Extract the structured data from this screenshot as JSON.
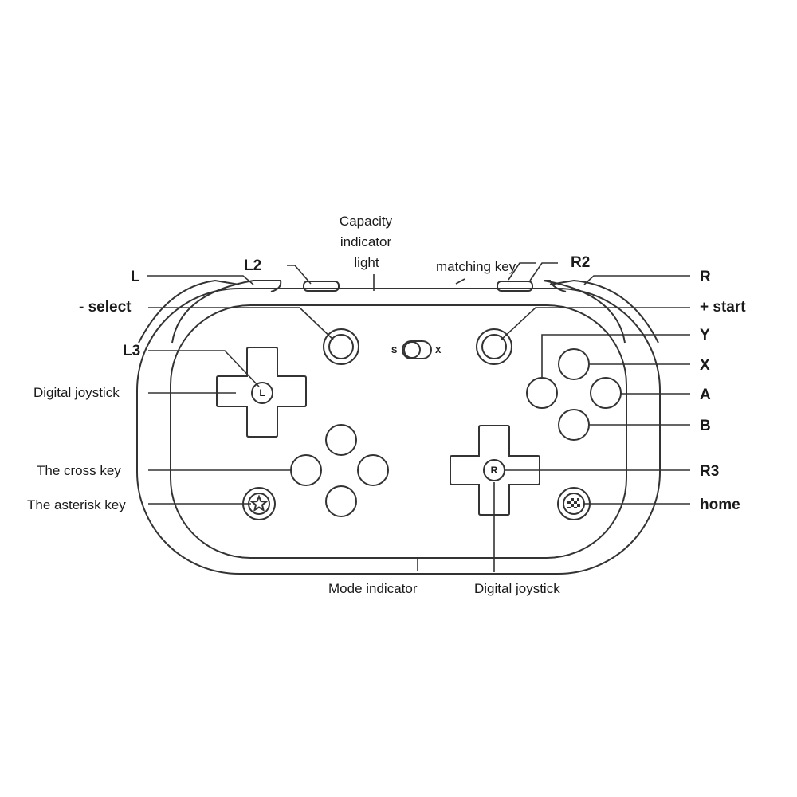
{
  "labels": {
    "capacity_line1": "Capacity",
    "capacity_line2": "indicator",
    "capacity_line3": "light",
    "matching_key": "matching key",
    "l": "L",
    "l2": "L2",
    "r2": "R2",
    "r": "R",
    "select": "- select",
    "start": "+ start",
    "l3": "L3",
    "y": "Y",
    "x": "X",
    "a": "A",
    "b": "B",
    "digital_joystick_left": "Digital joystick",
    "cross_key": "The cross key",
    "asterisk_key": "The asterisk key",
    "r3": "R3",
    "home": "home",
    "mode_indicator": "Mode indicator",
    "digital_joystick_bottom": "Digital joystick"
  },
  "controller": {
    "left_stick_letter": "L",
    "right_stick_letter": "R",
    "mode_switch_left": "S",
    "mode_switch_right": "X"
  },
  "icons": [
    "star-icon",
    "checkered-home-icon"
  ],
  "colors": {
    "outline": "#333333",
    "text": "#1a1a1a",
    "background": "#ffffff"
  }
}
